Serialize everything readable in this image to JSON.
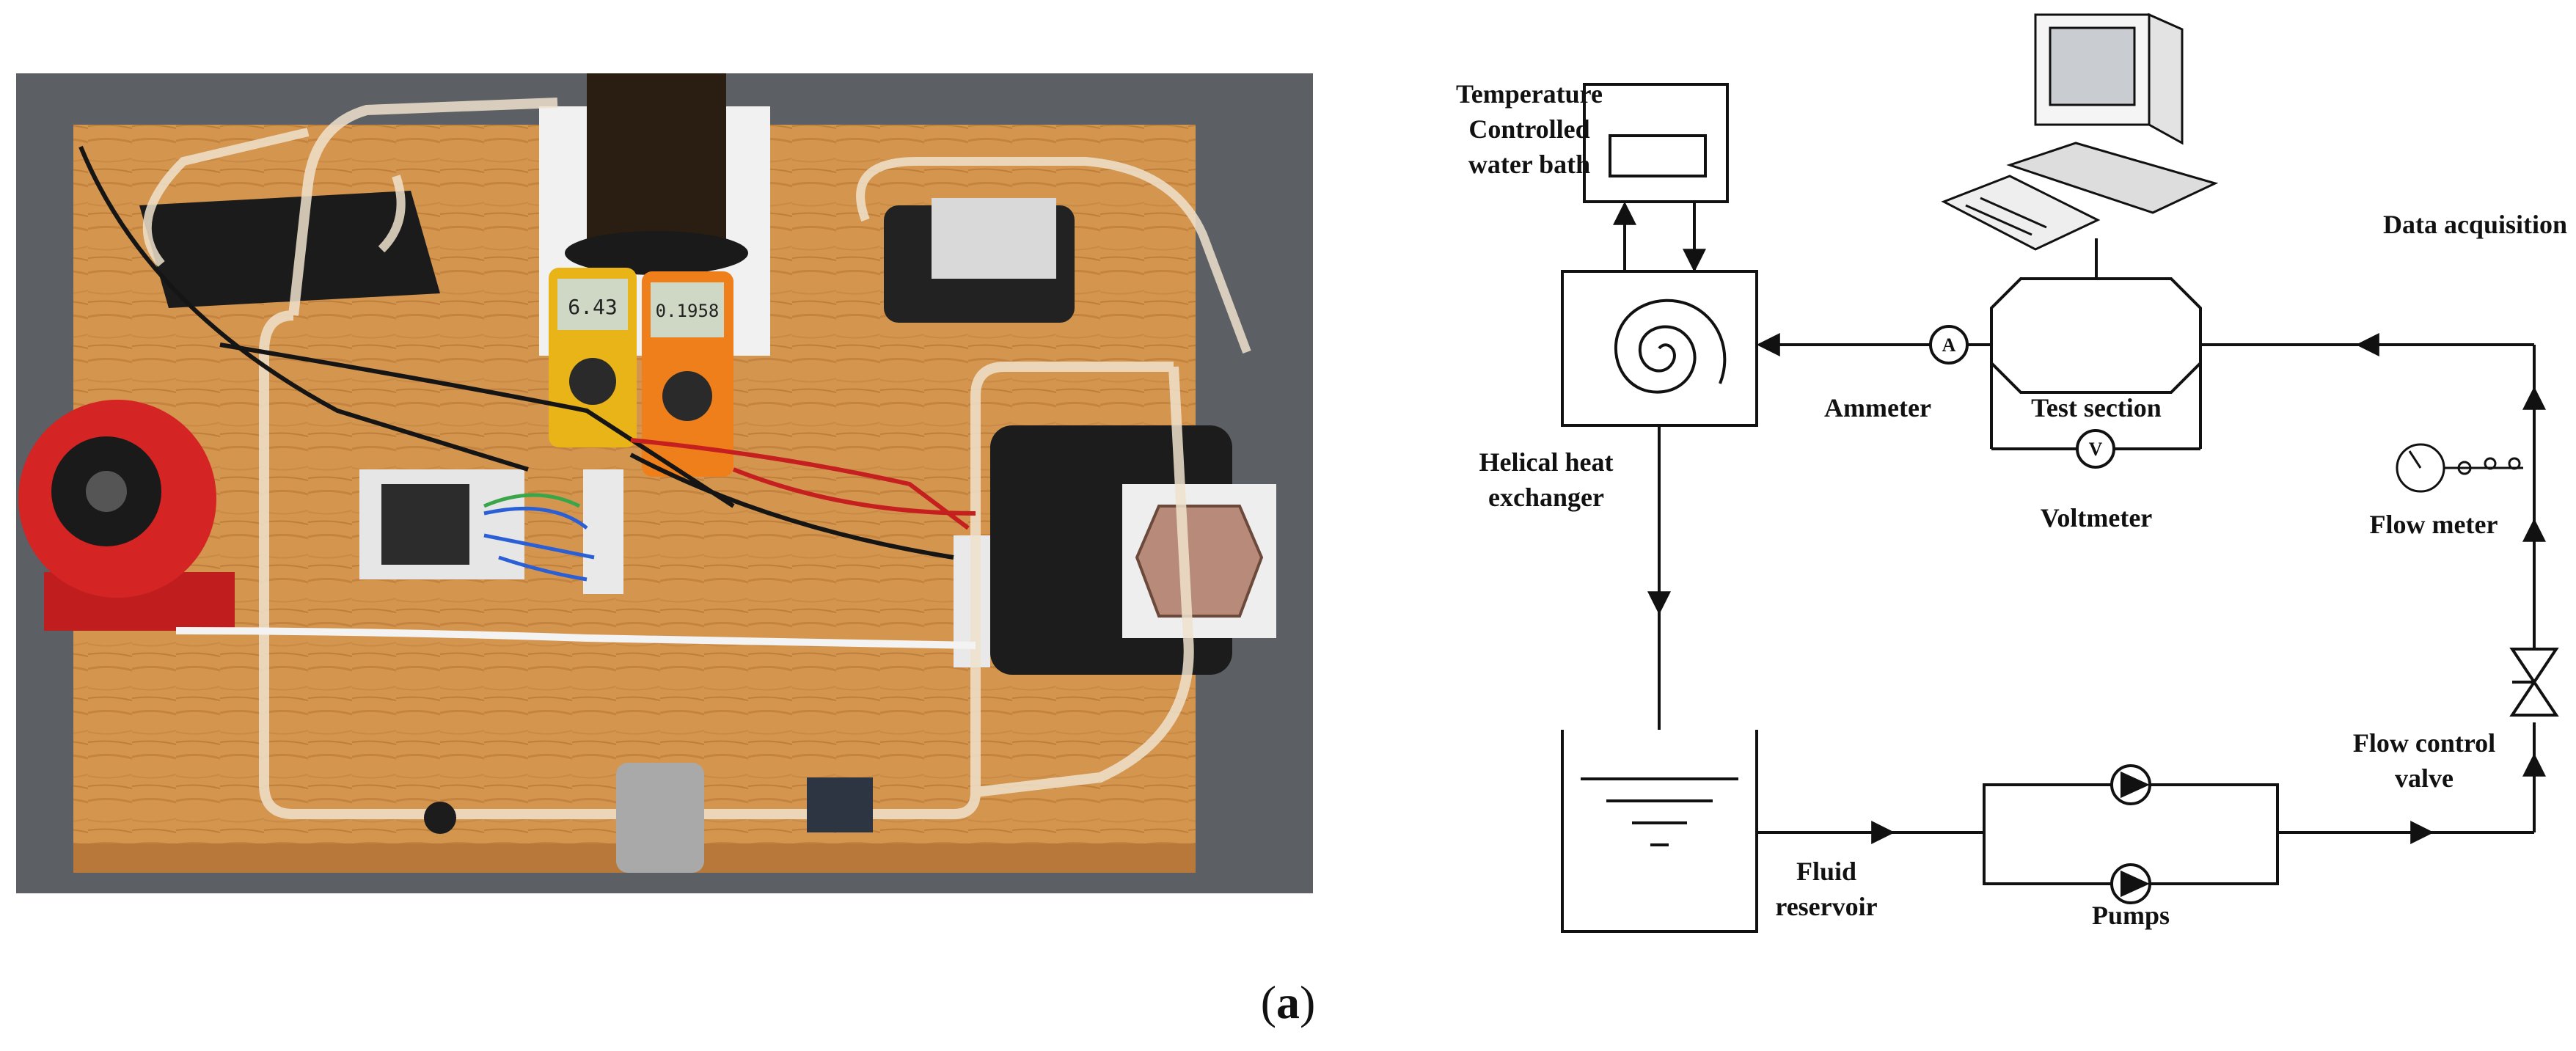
{
  "figure": {
    "caption_open": "(",
    "caption_letter": "a",
    "caption_close": ")"
  },
  "photo": {
    "multimeter_left_reading": "6.43",
    "multimeter_right_reading": "0.1958",
    "colors": {
      "table": "#d4954f",
      "table_dark": "#b8783a",
      "floor": "#5c5f63",
      "heater_red": "#d42424",
      "meter_yellow": "#e8b418",
      "meter_orange": "#ef7f1a"
    }
  },
  "schematic": {
    "labels": {
      "water_bath_line1": "Temperature",
      "water_bath_line2": "Controlled",
      "water_bath_line3": "water bath",
      "data_acquisition": "Data acquisition",
      "ammeter": "Ammeter",
      "test_section": "Test section",
      "voltmeter": "Voltmeter",
      "heat_exchanger_line1": "Helical heat",
      "heat_exchanger_line2": "exchanger",
      "flow_meter": "Flow meter",
      "flow_control_line1": "Flow control",
      "flow_control_line2": "valve",
      "reservoir_line1": "Fluid",
      "reservoir_line2": "reservoir",
      "pumps": "Pumps"
    },
    "ammeter_letter": "A",
    "voltmeter_letter": "V"
  }
}
